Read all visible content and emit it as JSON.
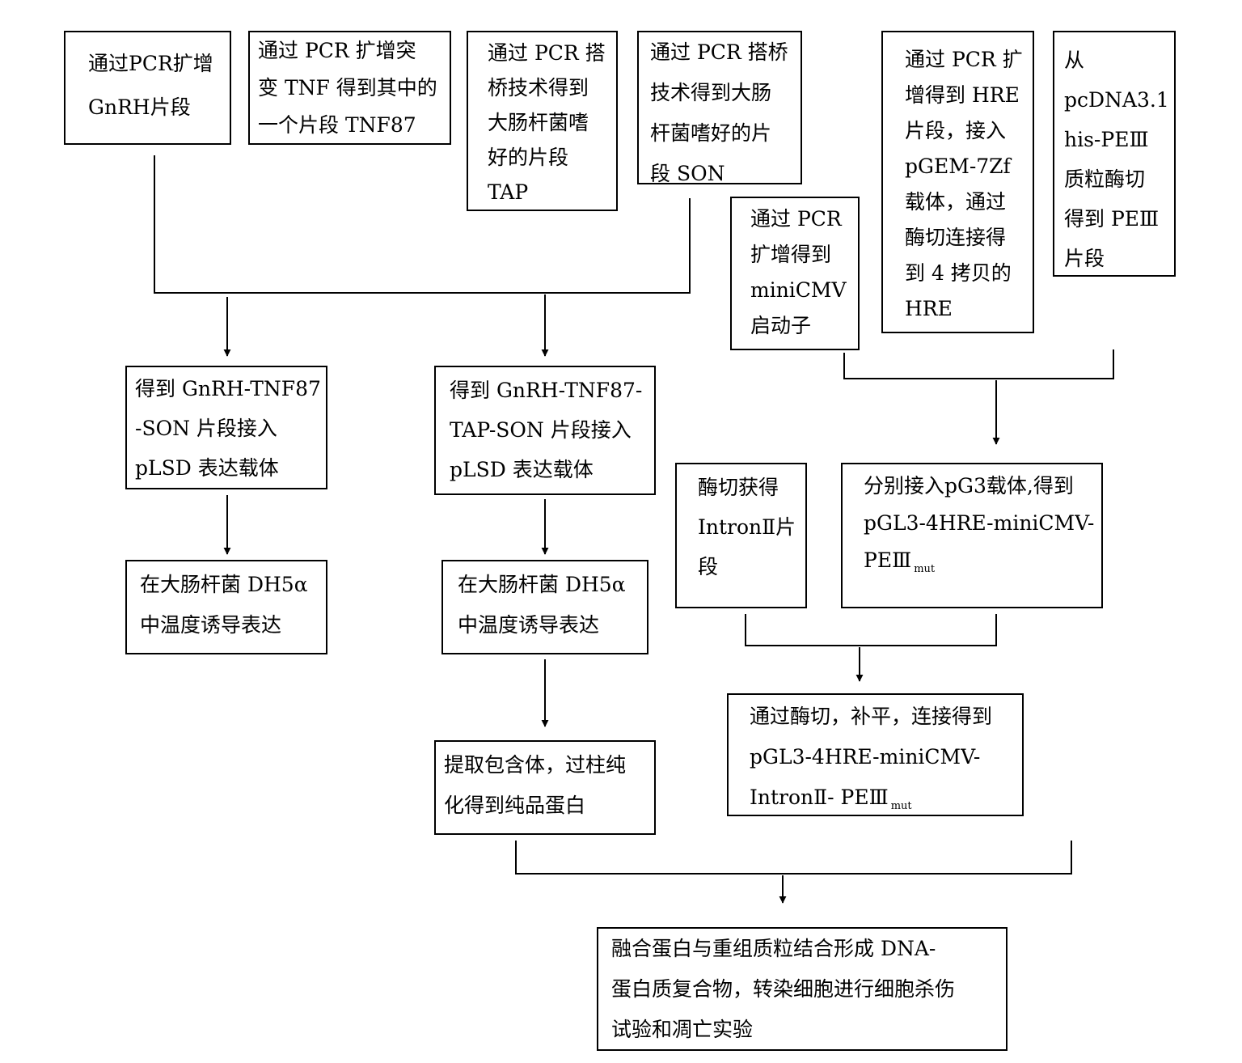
{
  "nodes": {
    "n1": [
      "通过PCR扩增",
      "GnRH片段"
    ],
    "n2": [
      "通过 PCR 扩增突",
      "变 TNF 得到其中的",
      "一个片段 TNF87"
    ],
    "n3": [
      "通过 PCR 搭",
      "桥技术得到",
      "大肠杆菌嗜",
      "好的片段",
      "TAP"
    ],
    "n4": [
      "通过 PCR 搭桥",
      "技术得到大肠",
      "杆菌嗜好的片",
      "段 SON"
    ],
    "n5": [
      "通过 PCR",
      "扩增得到",
      "miniCMV",
      "启动子"
    ],
    "n6": [
      "通过 PCR 扩",
      "增得到 HRE",
      "片段，接入",
      "pGEM-7Zf",
      "载体，通过",
      "酶切连接得",
      "到 4 拷贝的",
      "HRE"
    ],
    "n7": [
      "从",
      "pcDNA3.1",
      "his-PEⅢ",
      "质粒酶切",
      "得到 PEⅢ",
      "片段"
    ],
    "n8": [
      "得到 GnRH-TNF87",
      "-SON 片段接入",
      "pLSD 表达载体"
    ],
    "n9": [
      "得到 GnRH-TNF87-",
      "TAP-SON 片段接入",
      "pLSD 表达载体"
    ],
    "n10": [
      "在大肠杆菌 DH5α",
      "中温度诱导表达"
    ],
    "n11": [
      "在大肠杆菌 DH5α",
      "中温度诱导表达"
    ],
    "n12": [
      "提取包含体，过柱纯",
      "化得到纯品蛋白"
    ],
    "n13": [
      "酶切获得",
      "IntronⅡ片",
      "段"
    ],
    "n14": {
      "lines": [
        "分别接入pG3载体,得到",
        "pGL3-4HRE-miniCMV-"
      ],
      "last_main": "PEⅢ",
      "last_sub": "mut"
    },
    "n15": {
      "lines": [
        "通过酶切，补平，连接得到",
        "pGL3-4HRE-miniCMV-"
      ],
      "last_main": "IntronⅡ- PEⅢ",
      "last_sub": "mut"
    },
    "n16": [
      "融合蛋白与重组质粒结合形成 DNA-",
      "蛋白质复合物，转染细胞进行细胞杀伤",
      "试验和凋亡实验"
    ]
  }
}
